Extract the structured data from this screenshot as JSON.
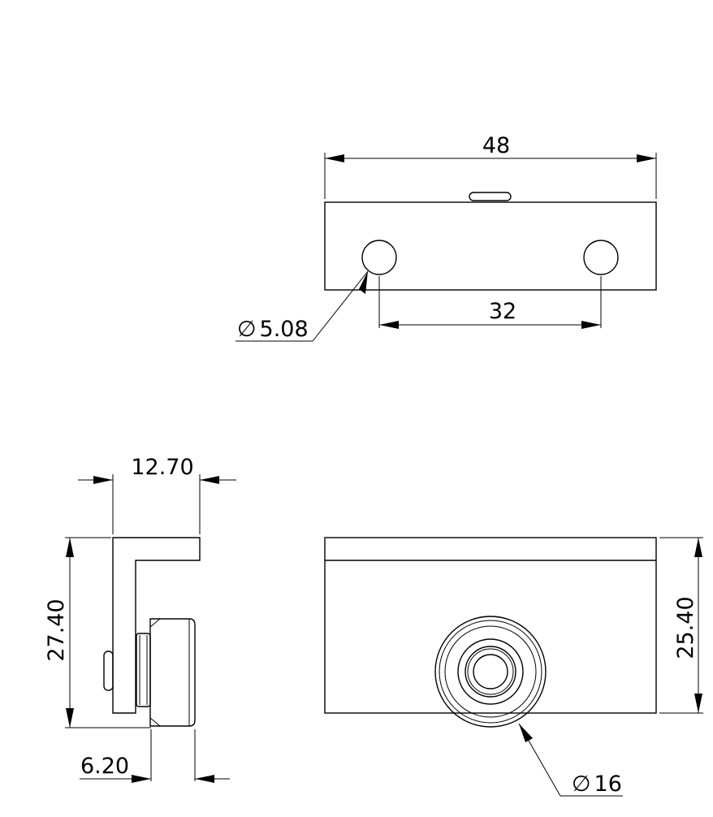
{
  "top_view": {
    "width_label": "48",
    "hole_spacing_label": "32",
    "hole_diameter_label": "5.08",
    "diameter_symbol": "∅"
  },
  "side_view": {
    "depth_label": "12.70",
    "height_label": "27.40",
    "wheel_width_label": "6.20"
  },
  "front_view": {
    "height_label": "25.40",
    "wheel_diameter_label": "16",
    "diameter_symbol": "∅"
  }
}
